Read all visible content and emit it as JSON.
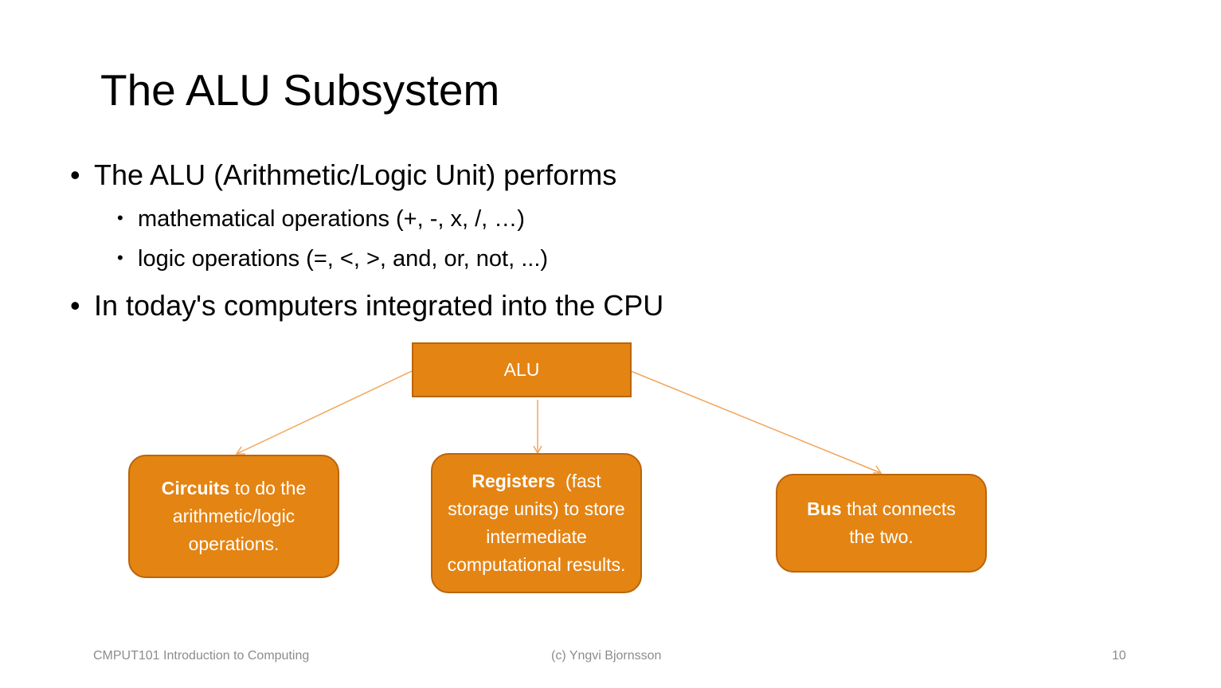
{
  "slide": {
    "title": "The ALU Subsystem",
    "bullets": [
      {
        "level": 1,
        "text": "The ALU (Arithmetic/Logic Unit) performs"
      },
      {
        "level": 2,
        "text": "mathematical operations (+, -, x, /, …)"
      },
      {
        "level": 2,
        "text": "logic operations (=, <, >, and, or, not, ...)"
      },
      {
        "level": 1,
        "text": "In today's computers integrated into the CPU"
      }
    ],
    "bullet_glyph": "•"
  },
  "diagram": {
    "root": {
      "label": "ALU"
    },
    "children": [
      {
        "bold": "Circuits",
        "rest": " to do the arithmetic/logic operations."
      },
      {
        "bold": "Registers",
        "rest": "  (fast storage units) to store intermediate computational results."
      },
      {
        "bold": "Bus",
        "rest": " that connects the two."
      }
    ],
    "colors": {
      "fill": "#e48413",
      "border": "#b9650c",
      "connector": "#f2a55a",
      "text": "#ffffff"
    }
  },
  "footer": {
    "left": "CMPUT101 Introduction to Computing",
    "center": "(c) Yngvi Bjornsson",
    "page_number": "10"
  }
}
